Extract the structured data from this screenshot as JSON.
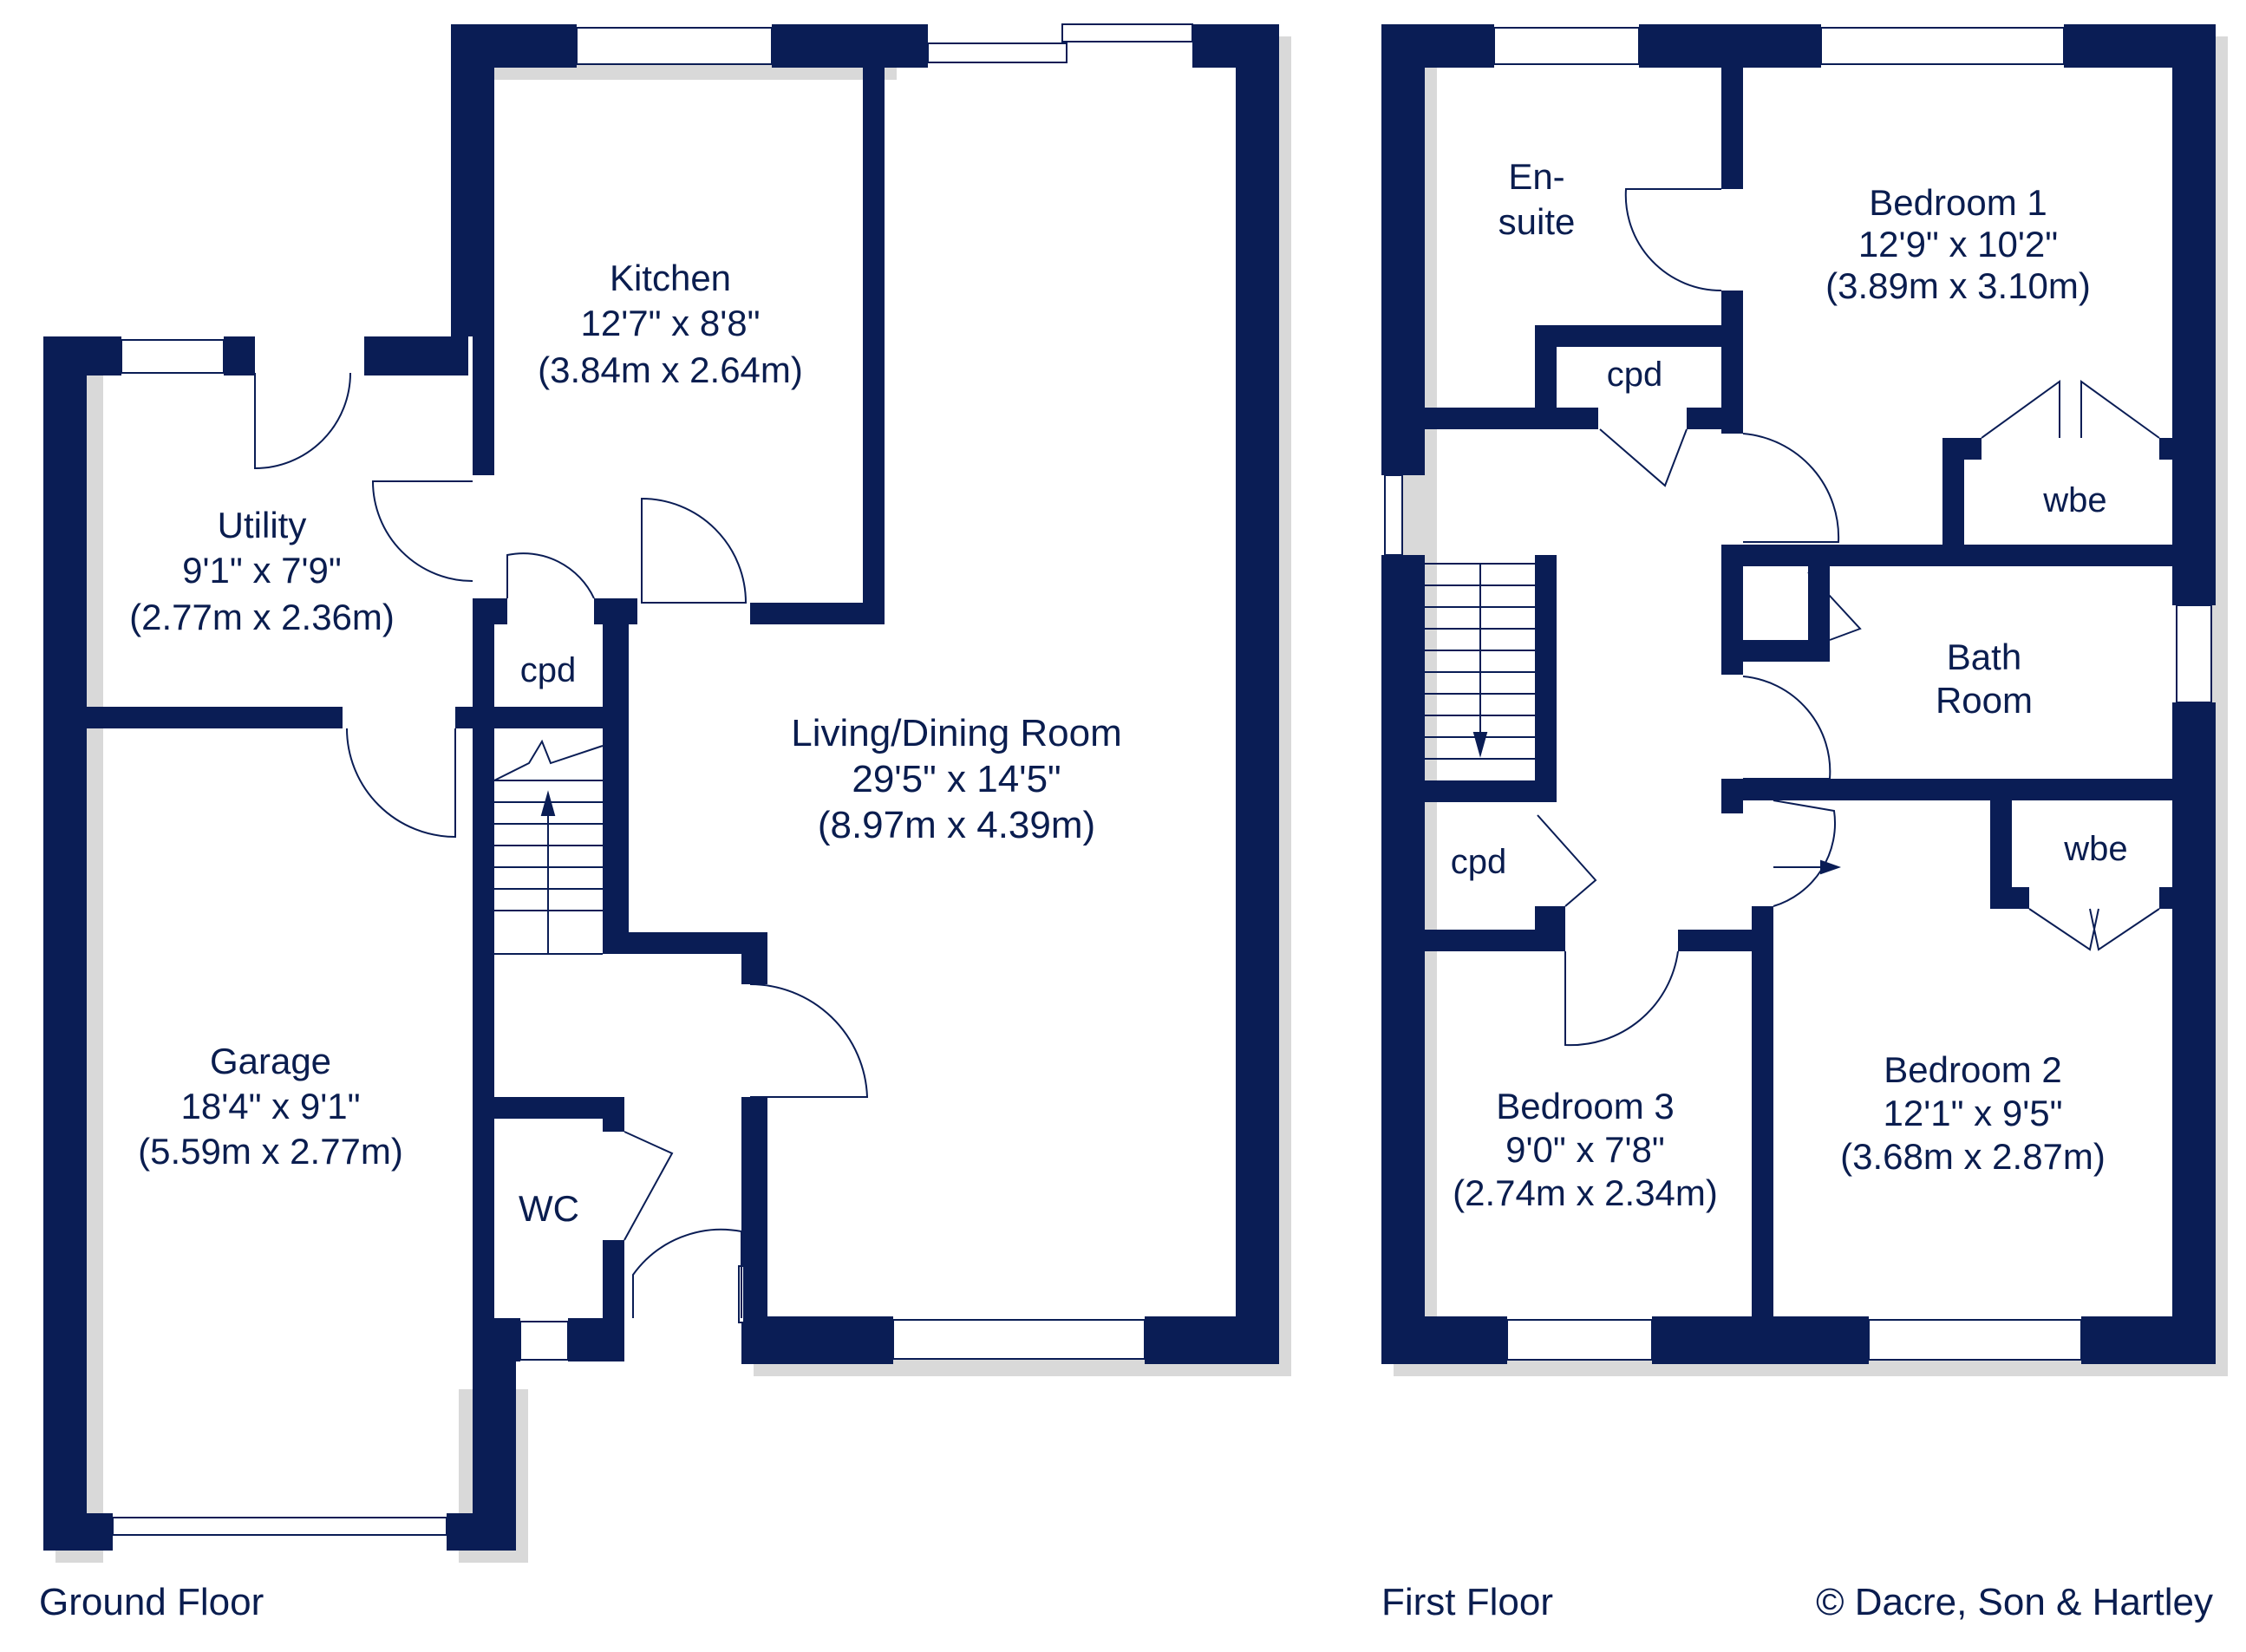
{
  "colors": {
    "wall": "#0a1d55",
    "text": "#0a1d4f",
    "shadow": "#d9d9d9"
  },
  "ground_floor": {
    "label": "Ground Floor",
    "kitchen": {
      "name": "Kitchen",
      "imperial": "12'7\" x 8'8\"",
      "metric": "(3.84m x 2.64m)"
    },
    "utility": {
      "name": "Utility",
      "imperial": "9'1\" x 7'9\"",
      "metric": "(2.77m x 2.36m)"
    },
    "living": {
      "name": "Living/Dining Room",
      "imperial": "29'5\" x 14'5\"",
      "metric": "(8.97m x 4.39m)"
    },
    "garage": {
      "name": "Garage",
      "imperial": "18'4\" x 9'1\"",
      "metric": "(5.59m x 2.77m)"
    },
    "cpd": "cpd",
    "wc": "WC"
  },
  "first_floor": {
    "label": "First Floor",
    "ensuite": {
      "line1": "En-",
      "line2": "suite"
    },
    "bedroom1": {
      "name": "Bedroom 1",
      "imperial": "12'9\" x 10'2\"",
      "metric": "(3.89m x 3.10m)"
    },
    "bedroom2": {
      "name": "Bedroom 2",
      "imperial": "12'1\" x 9'5\"",
      "metric": "(3.68m x 2.87m)"
    },
    "bedroom3": {
      "name": "Bedroom 3",
      "imperial": "9'0\" x 7'8\"",
      "metric": "(2.74m x 2.34m)"
    },
    "bathroom": {
      "line1": "Bath",
      "line2": "Room"
    },
    "cpd_top": "cpd",
    "cpd_left": "cpd",
    "wbe1": "wbe",
    "wbe2": "wbe"
  },
  "copyright": "© Dacre, Son & Hartley"
}
